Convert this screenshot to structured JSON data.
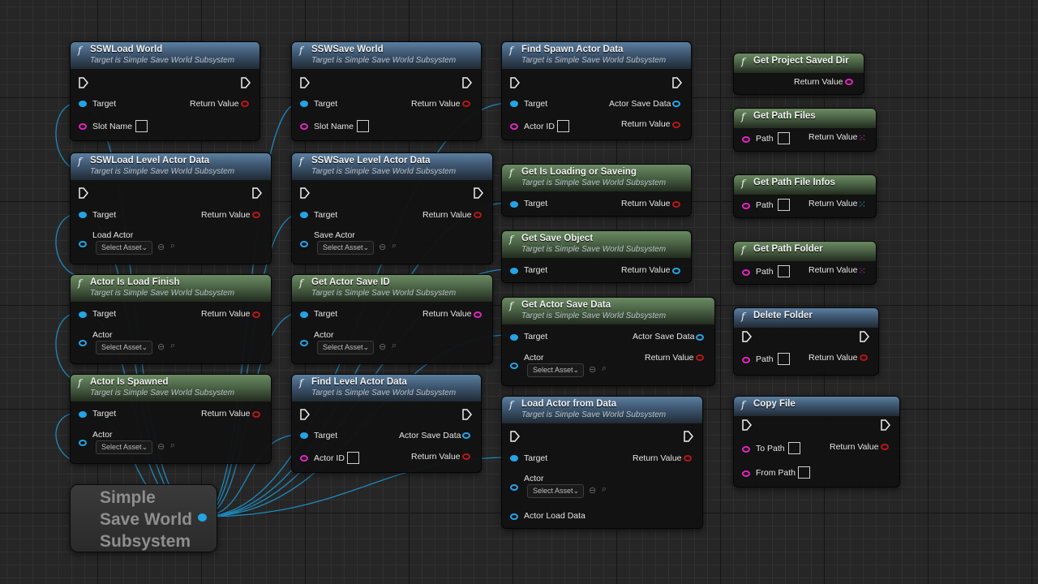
{
  "labels": {
    "target": "Target",
    "return_value": "Return Value",
    "slot_name": "Slot Name",
    "actor_id": "Actor ID",
    "actor_save_data": "Actor Save Data",
    "path": "Path",
    "to_path": "To Path",
    "from_path": "From Path",
    "load_actor": "Load Actor",
    "save_actor": "Save Actor",
    "actor": "Actor",
    "actor_load_data": "Actor Load Data",
    "select_asset": "Select Asset",
    "target_is": "Target is Simple Save World Subsystem"
  },
  "nodes": {
    "ssw_load_world": "SSWLoad World",
    "ssw_save_world": "SSWSave World",
    "find_spawn_actor_data": "Find Spawn Actor Data",
    "get_project_saved_dir": "Get Project Saved Dir",
    "get_path_files": "Get Path Files",
    "ssw_load_level_actor_data": "SSWLoad Level Actor Data",
    "ssw_save_level_actor_data": "SSWSave Level Actor Data",
    "get_is_loading_or_saveing": "Get Is Loading or Saveing",
    "get_path_file_infos": "Get Path File Infos",
    "get_save_object": "Get Save Object",
    "get_path_folder": "Get Path Folder",
    "actor_is_load_finish": "Actor Is Load Finish",
    "get_actor_save_id": "Get Actor Save ID",
    "get_actor_save_data": "Get Actor Save Data",
    "delete_folder": "Delete Folder",
    "actor_is_spawned": "Actor Is Spawned",
    "find_level_actor_data": "Find Level Actor Data",
    "load_actor_from_data": "Load Actor from Data",
    "copy_file": "Copy File"
  },
  "subsystem_node": "Simple\nSave World\nSubsystem",
  "colors": {
    "object_pin": "#22a4e6",
    "string_pin": "#e023c0",
    "bool_pin": "#b81616",
    "pure_header": "#4b6445",
    "impure_header": "#3d5670"
  },
  "icons": [
    "function-icon",
    "exec-pin-icon",
    "object-pin-icon",
    "string-pin-icon",
    "bool-pin-icon",
    "array-pin-icon",
    "browse-icon",
    "search-icon",
    "chevron-down-icon"
  ]
}
